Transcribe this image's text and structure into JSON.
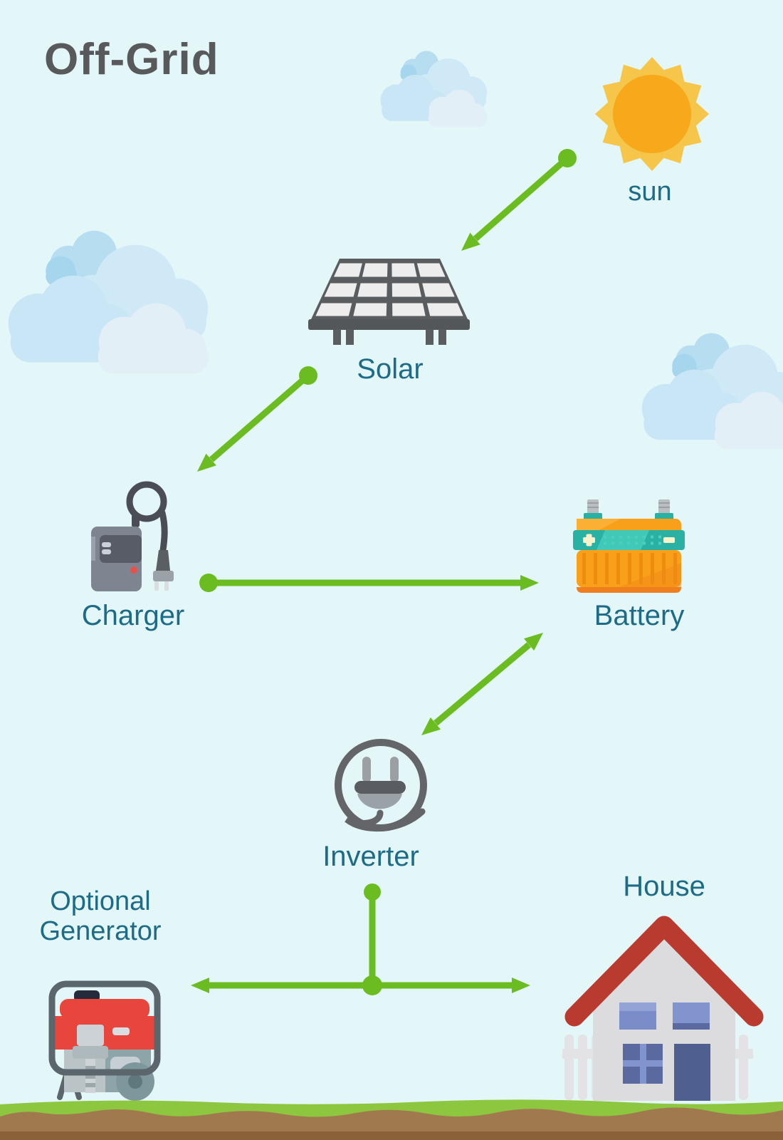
{
  "title": "Off-Grid",
  "labels": {
    "sun": "sun",
    "solar": "Solar",
    "charger": "Charger",
    "battery": "Battery",
    "inverter": "Inverter",
    "generator_line1": "Optional",
    "generator_line2": "Generator",
    "house": "House"
  },
  "connections": [
    {
      "from": "sun",
      "to": "Solar",
      "direction": "one-way"
    },
    {
      "from": "Solar",
      "to": "Charger",
      "direction": "one-way"
    },
    {
      "from": "Charger",
      "to": "Battery",
      "direction": "one-way"
    },
    {
      "from": "Battery",
      "to": "Inverter",
      "direction": "two-way"
    },
    {
      "from": "Inverter",
      "to": "Optional Generator",
      "direction": "two-way"
    },
    {
      "from": "Inverter",
      "to": "House",
      "direction": "two-way"
    }
  ],
  "colors": {
    "background": "#e3f6f8",
    "title_gray": "#58595b",
    "label_teal": "#1d6b86",
    "arrow_green": "#6abc21",
    "sun_ray": "#f6c64b",
    "sun_core": "#f7a81b",
    "panel_frame": "#5a5d60",
    "panel_cell": "#ededed",
    "battery_orange": "#f9a01b",
    "battery_teal": "#29b2a3",
    "roof_red": "#b93a2e",
    "generator_red": "#e8453c",
    "icon_gray": "#636569",
    "grass_green": "#8dc63f",
    "dirt_light": "#a1794e",
    "dirt_dark": "#8a6138"
  }
}
